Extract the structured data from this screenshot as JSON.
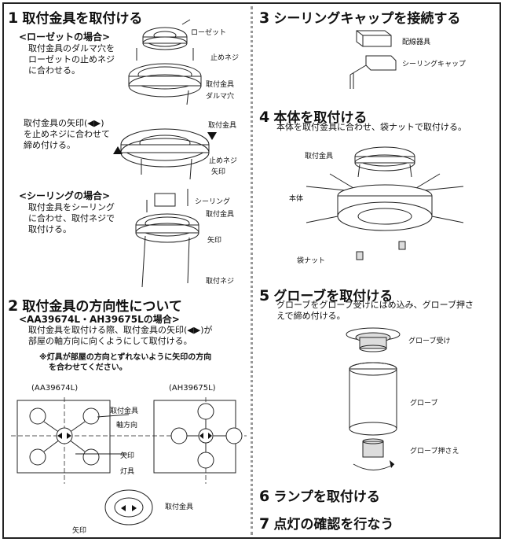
{
  "sections": [
    {
      "num": "1",
      "title": "取付金具を取付ける"
    },
    {
      "num": "2",
      "title": "取付金具の方向性について"
    },
    {
      "num": "3",
      "title": "シーリングキャップを接続する"
    },
    {
      "num": "4",
      "title": "本体を取付ける"
    },
    {
      "num": "5",
      "title": "グローブを取付ける"
    },
    {
      "num": "6",
      "title": "ランプを取付ける"
    },
    {
      "num": "7",
      "title": "点灯の確認を行なう"
    }
  ],
  "s1": {
    "rosette_heading": "<ローゼットの場合>",
    "rosette_text": [
      "取付金具のダルマ穴を",
      "ローゼットの止めネジ",
      "に合わせる。"
    ],
    "arrow_text": [
      "取付金具の矢印(◀▶)",
      "を止めネジに合わせて",
      "締め付ける。"
    ],
    "ceiling_heading": "<シーリングの場合>",
    "ceiling_text": [
      "取付金具をシーリング",
      "に合わせ、取付ネジで",
      "取付ける。"
    ],
    "labels": {
      "rosette": "ローゼット",
      "stop_screw": "止めネジ",
      "bracket": "取付金具",
      "daruma": "ダルマ穴",
      "bracket2": "取付金具",
      "stop_screw2": "止めネジ",
      "arrow": "矢印",
      "ceiling": "シーリング",
      "bracket3": "取付金具",
      "arrow2": "矢印",
      "mount_screw": "取付ネジ"
    }
  },
  "s2": {
    "heading": "<AA39674L・AH39675Lの場合>",
    "text": [
      "取付金具を取付ける際、取付金具の矢印(◀▶)が",
      "部屋の軸方向に向くようにして取付ける。"
    ],
    "note": [
      "※灯具が部屋の方向とずれないように矢印の方向",
      "を合わせてください。"
    ],
    "model_a": "(AA39674L)",
    "model_b": "(AH39675L)",
    "labels": {
      "bracket": "取付金具",
      "axis": "軸方向",
      "arrow": "矢印",
      "lamp": "灯具",
      "bracket2": "取付金具",
      "arrow2": "矢印"
    }
  },
  "s3": {
    "labels": {
      "wiring": "配線器具",
      "cap": "シーリングキャップ"
    }
  },
  "s4": {
    "text": "本体を取付金具に合わせ、袋ナットで取付ける。",
    "labels": {
      "bracket": "取付金具",
      "body": "本体",
      "nut": "袋ナット"
    }
  },
  "s5": {
    "text": [
      "グローブをグローブ受けにはめ込み、グローブ押さ",
      "えで締め付ける。"
    ],
    "labels": {
      "receiver": "グローブ受け",
      "globe": "グローブ",
      "presser": "グローブ押さえ"
    }
  }
}
